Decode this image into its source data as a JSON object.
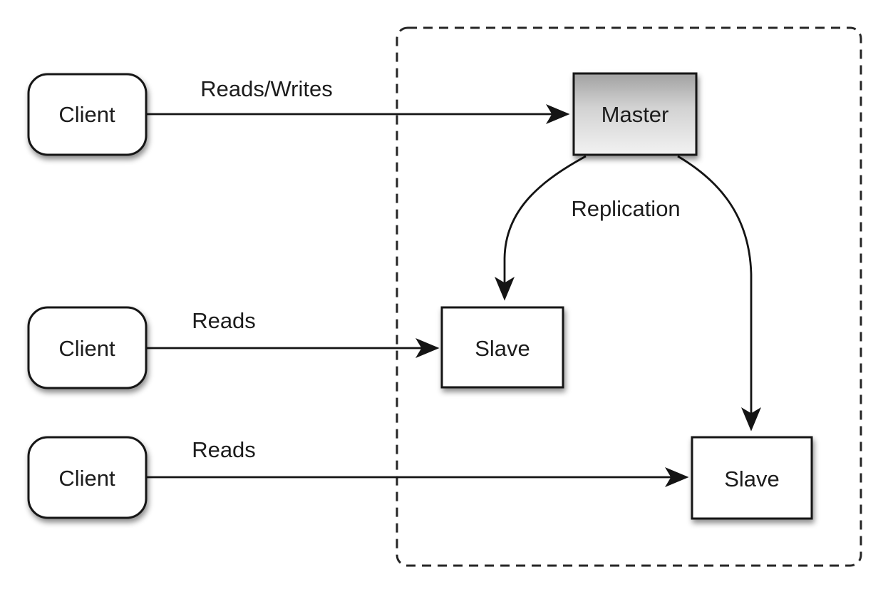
{
  "diagram": {
    "type": "master-slave-replication-architecture",
    "colors": {
      "background": "#ffffff",
      "stroke": "#141414",
      "text": "#1c1c1c",
      "node_fill": "#ffffff",
      "master_gradient_top": "#a2a2a2",
      "master_gradient_mid": "#d2d2d2",
      "master_gradient_bottom": "#f2f2f2"
    },
    "cluster": {
      "name": "replication-cluster",
      "border_style": "dashed"
    },
    "nodes": [
      {
        "id": "client-1",
        "label": "Client",
        "shape": "rounded-rect"
      },
      {
        "id": "client-2",
        "label": "Client",
        "shape": "rounded-rect"
      },
      {
        "id": "client-3",
        "label": "Client",
        "shape": "rounded-rect"
      },
      {
        "id": "master",
        "label": "Master",
        "shape": "rect-gradient"
      },
      {
        "id": "slave-1",
        "label": "Slave",
        "shape": "rect"
      },
      {
        "id": "slave-2",
        "label": "Slave",
        "shape": "rect"
      }
    ],
    "edges": [
      {
        "id": "client1-to-master",
        "from": "client-1",
        "to": "master",
        "label": "Reads/Writes",
        "style": "straight-arrow"
      },
      {
        "id": "client2-to-slave1",
        "from": "client-2",
        "to": "slave-1",
        "label": "Reads",
        "style": "straight-arrow"
      },
      {
        "id": "client3-to-slave2",
        "from": "client-3",
        "to": "slave-2",
        "label": "Reads",
        "style": "straight-arrow"
      },
      {
        "id": "master-to-slave1",
        "from": "master",
        "to": "slave-1",
        "label": "Replication",
        "style": "curved-arrow"
      },
      {
        "id": "master-to-slave2",
        "from": "master",
        "to": "slave-2",
        "label": "",
        "style": "curved-arrow"
      }
    ]
  }
}
